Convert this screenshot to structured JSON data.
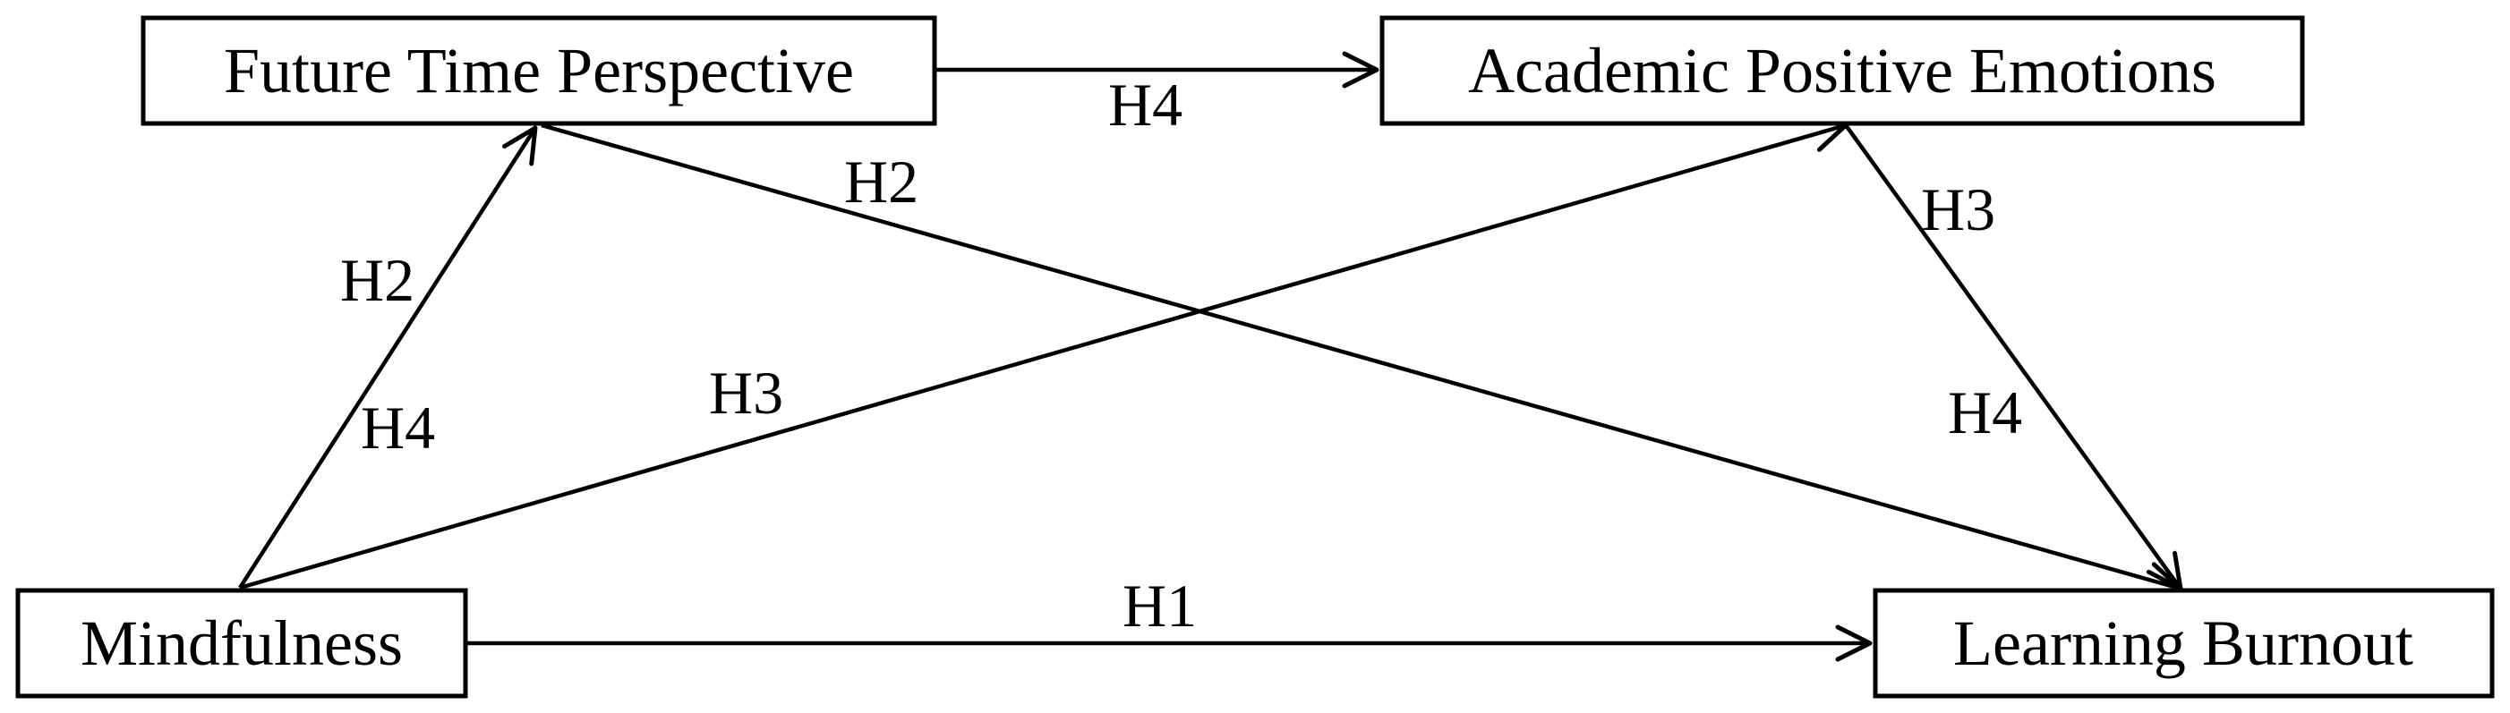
{
  "nodes": {
    "future_time_perspective": "Future Time Perspective",
    "academic_positive_emotions": "Academic Positive Emotions",
    "mindfulness": "Mindfulness",
    "learning_burnout": "Learning Burnout"
  },
  "paths": {
    "ftp_to_ape": "H4",
    "ftp_to_lb": "H2",
    "m_to_ftp_upper": "H2",
    "m_to_ftp_lower": "H4",
    "m_to_ape": "H3",
    "ape_to_lb_upper": "H3",
    "ape_to_lb_lower": "H4",
    "m_to_lb": "H1"
  },
  "colors": {
    "line": "#000000",
    "background": "#ffffff"
  }
}
